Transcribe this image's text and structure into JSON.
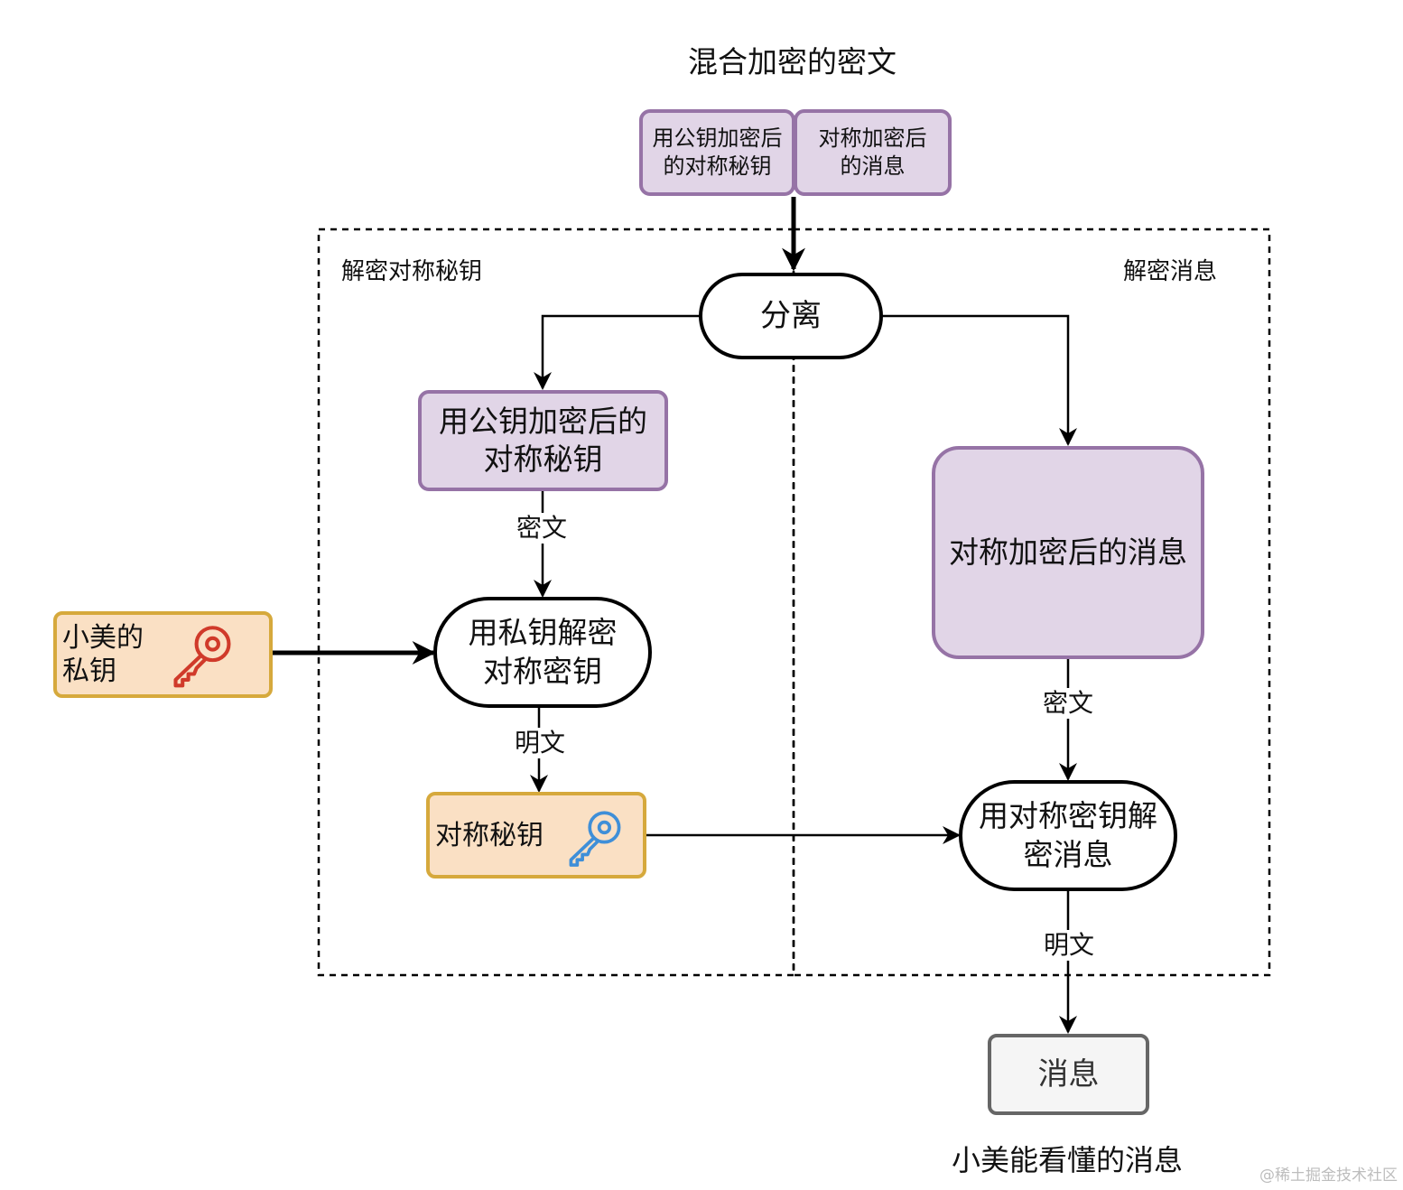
{
  "title": "混合加密的密文",
  "cipher_parts": {
    "encrypted_key": "用公钥加密后\n的对称秘钥",
    "encrypted_message": "对称加密后\n的消息"
  },
  "regions": {
    "left_label": "解密对称秘钥",
    "right_label": "解密消息"
  },
  "nodes": {
    "split": "分离",
    "encrypted_key": "用公钥加密后的\n对称秘钥",
    "encrypted_message": "对称加密后的消息",
    "private_key": "小美的\n私钥",
    "decrypt_key": "用私钥解密\n对称密钥",
    "symmetric_key": "对称秘钥",
    "decrypt_message": "用对称密钥解\n密消息",
    "message": "消息"
  },
  "edge_labels": {
    "ciphertext_left": "密文",
    "plaintext_left": "明文",
    "ciphertext_right": "密文",
    "plaintext_right": "明文"
  },
  "caption": "小美能看懂的消息",
  "watermark": "@稀土掘金技术社区",
  "icons": {
    "private_key_icon": "key-icon",
    "symmetric_key_icon": "key-icon"
  },
  "colors": {
    "purple_fill": "#e1d5e7",
    "purple_stroke": "#9673a6",
    "orange_fill": "#fae0c4",
    "orange_stroke": "#d6a93c",
    "gray_fill": "#f5f5f5",
    "gray_stroke": "#666666",
    "private_key_icon": "#d03a2a",
    "symmetric_key_icon": "#3f8fd8"
  }
}
